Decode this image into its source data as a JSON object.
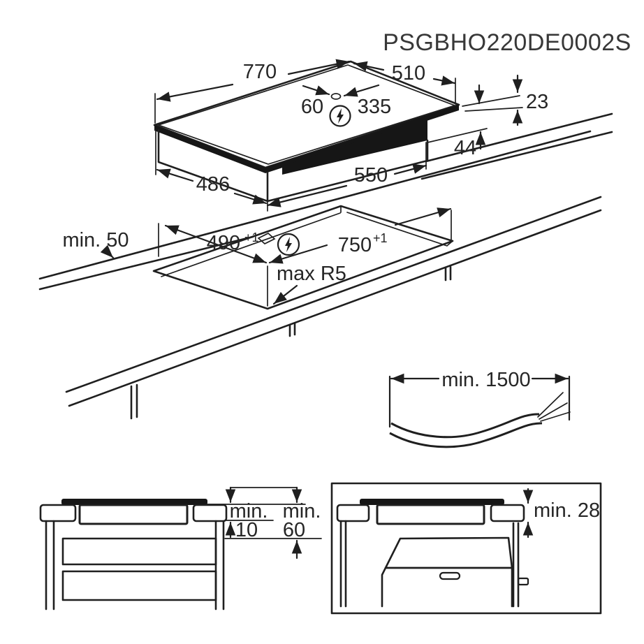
{
  "title": "PSGBHO220DE0002S",
  "accent_colors": {
    "line": "#1f1f1f",
    "background": "#ffffff"
  },
  "hob_top_view": {
    "total_width": "770",
    "total_depth": "510",
    "connection_offset": "60",
    "connection_distance": "335",
    "height_above_worktop": "23",
    "height_below_worktop": "44",
    "body_depth": "486",
    "body_width": "550",
    "power_symbol": "lightning-bolt-in-circle"
  },
  "cutout_view": {
    "rear_clearance": "min. 50",
    "cutout_depth": "490",
    "cutout_depth_tolerance": "+1",
    "cutout_width": "750",
    "cutout_width_tolerance": "+1",
    "corner_radius": "max R5",
    "power_symbol": "lightning-bolt-in-circle"
  },
  "cable_view": {
    "cable_length": "min. 1500"
  },
  "drawer_clearance_view": {
    "gap_label_1": "min.",
    "gap_value_1": "10",
    "gap_label_2": "min.",
    "gap_value_2": "60"
  },
  "oven_clearance_view": {
    "worktop_thickness": "min. 28"
  }
}
